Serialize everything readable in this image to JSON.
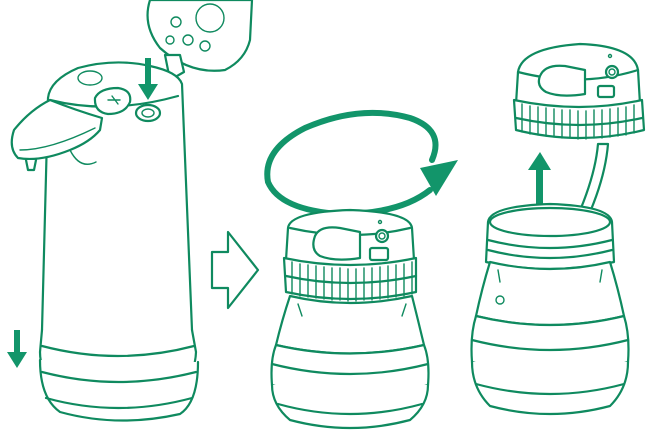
{
  "figure": {
    "line_color": "#0f8a5f",
    "accent_color": "#12956a",
    "background": "#ffffff",
    "steps": [
      {
        "name": "step-1",
        "icons": [
          "press-down-arrow-icon",
          "down-arrow-icon"
        ]
      },
      {
        "name": "step-2",
        "icons": [
          "unscrew-rotation-arrow-icon"
        ]
      },
      {
        "name": "step-3",
        "icons": [
          "lift-up-arrow-icon"
        ]
      }
    ],
    "between_steps_icon": "outline-right-arrow-icon"
  }
}
